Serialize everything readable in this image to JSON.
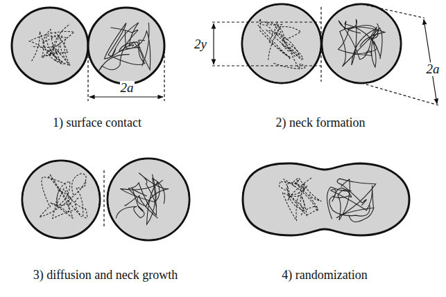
{
  "diagram": {
    "labels": [
      "2y",
      "2a",
      "2a",
      "1) surface contact",
      "2) neck formation",
      "3) diffusion and neck growth",
      "4) randomization"
    ]
  }
}
